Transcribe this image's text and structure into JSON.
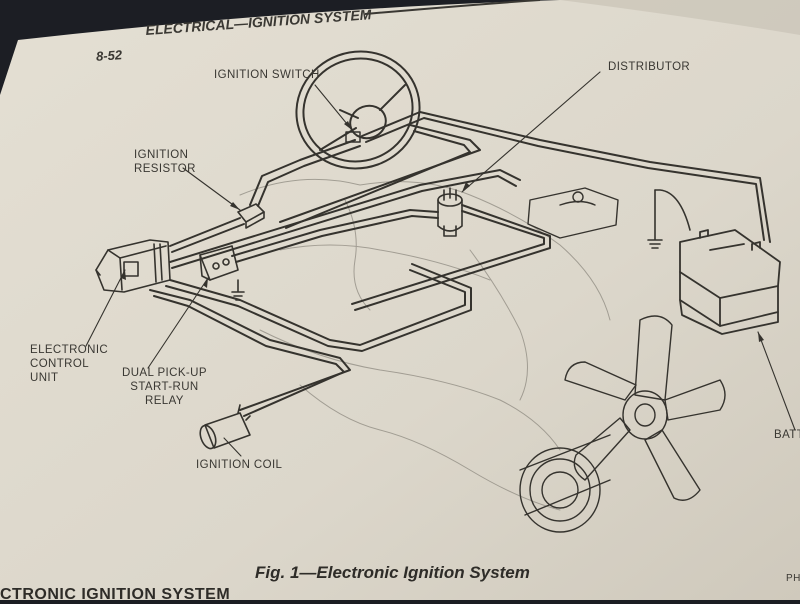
{
  "header": {
    "page_number": "8-52",
    "section_title": "ELECTRICAL—IGNITION SYSTEM"
  },
  "labels": {
    "ignition_switch": "IGNITION SWITCH",
    "distributor": "DISTRIBUTOR",
    "ignition_resistor": [
      "IGNITION",
      "RESISTOR"
    ],
    "electronic_control_unit": [
      "ELECTRONIC",
      "CONTROL",
      "UNIT"
    ],
    "dual_pickup_relay": [
      "DUAL PICK-UP",
      "START-RUN",
      "RELAY"
    ],
    "ignition_coil": "IGNITION COIL",
    "battery": "BATTE"
  },
  "caption": "Fig. 1—Electronic Ignition System",
  "footer_text": "CTRONIC IGNITION SYSTEM",
  "corner_text": "PH"
}
